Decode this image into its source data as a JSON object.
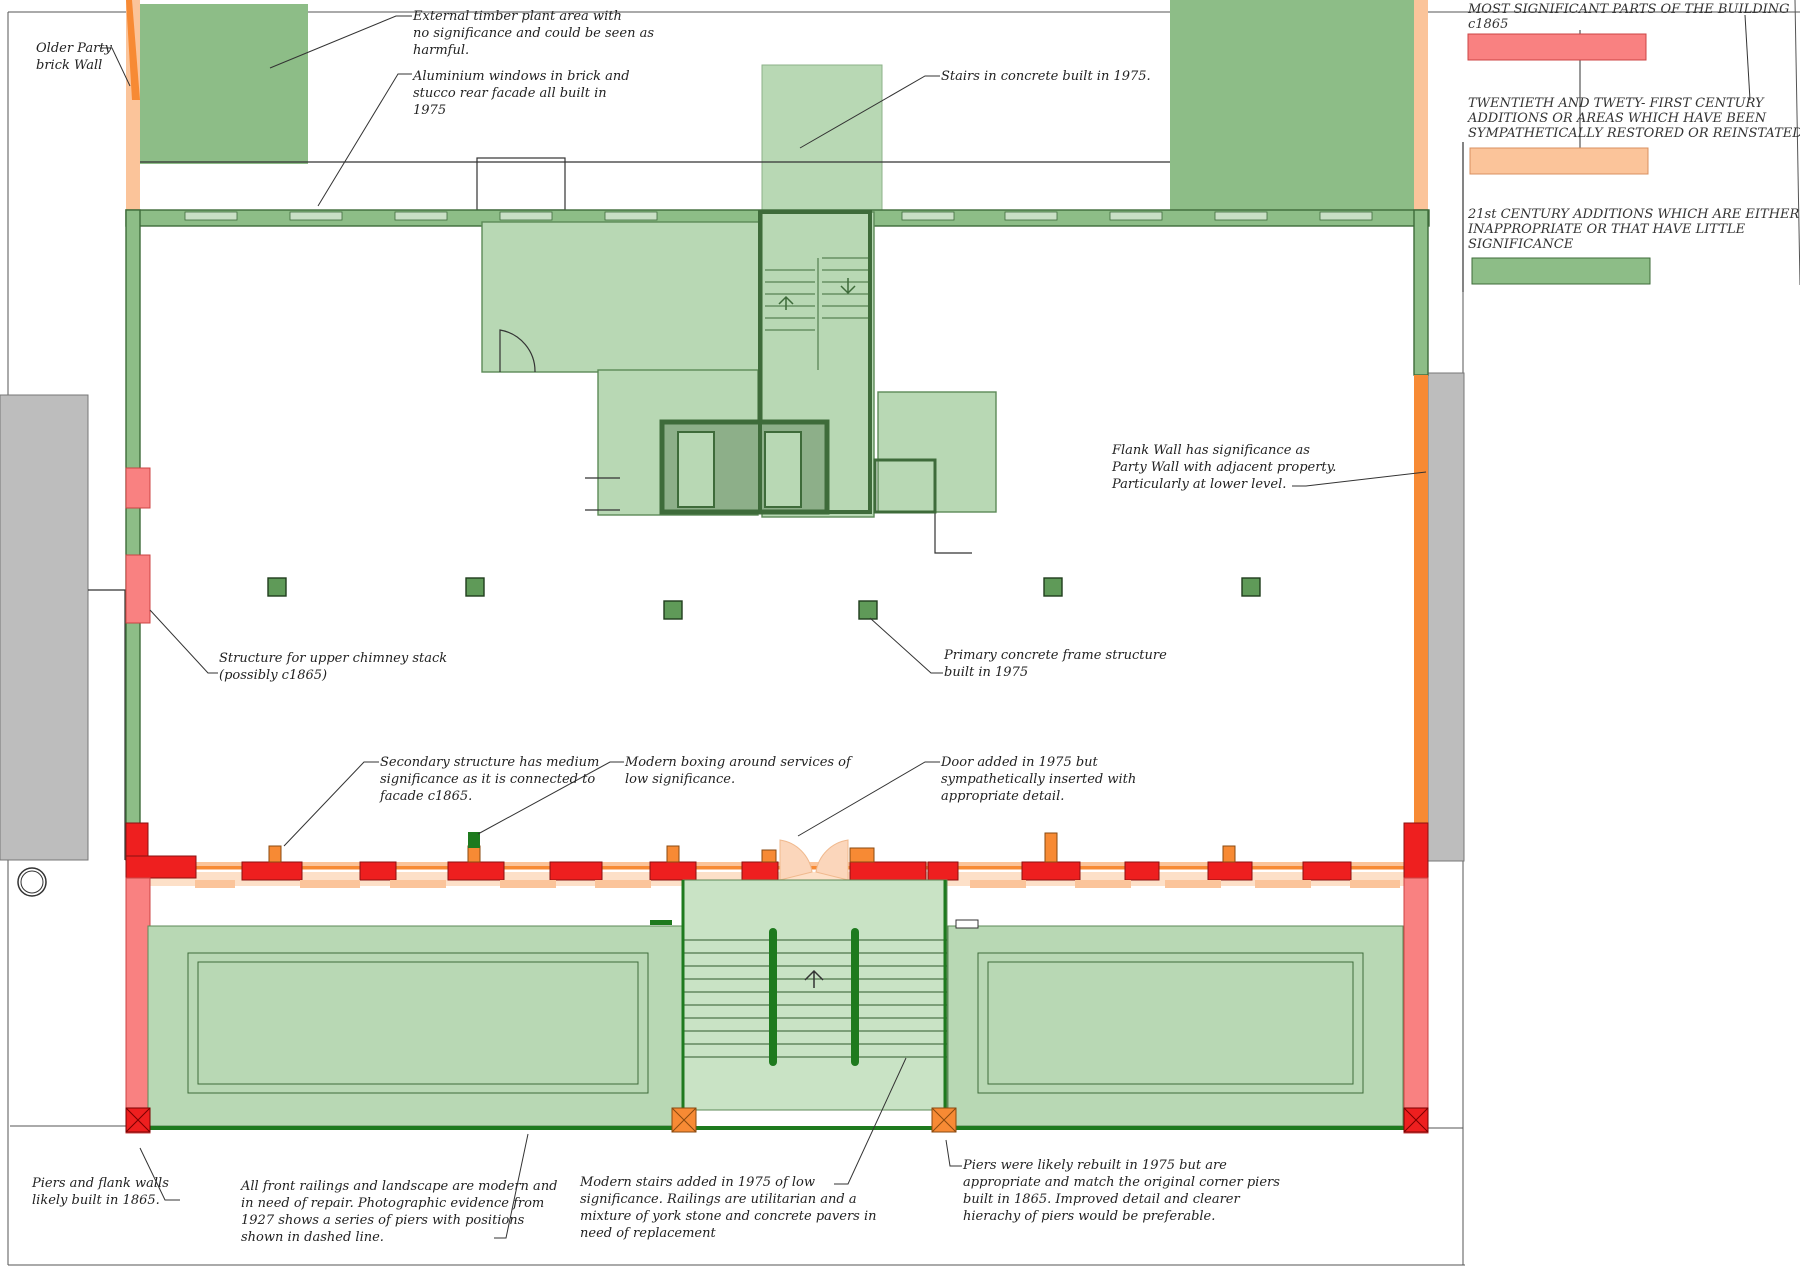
{
  "colors": {
    "most_significant": "#f98181",
    "restored": "#fbc49a",
    "little_significance": "#8dbd87",
    "significant_wall": "#f78a34",
    "primary_red": "#ee1f1f",
    "zone_green": "#b8d8b4",
    "neighbour_grey": "#bdbdbd"
  },
  "legend": {
    "item1": {
      "line1": "MOST SIGNIFICANT PARTS OF THE BUILDING",
      "line2": "c1865"
    },
    "item2": {
      "line1": "TWENTIETH AND TWETY- FIRST CENTURY",
      "line2": "ADDITIONS OR AREAS WHICH HAVE BEEN",
      "line3": "SYMPATHETICALLY RESTORED OR REINSTATED"
    },
    "item3": {
      "line1": "21st CENTURY ADDITIONS WHICH ARE EITHER",
      "line2": "INAPPROPRIATE OR THAT HAVE LITTLE",
      "line3": "SIGNIFICANCE"
    }
  },
  "annotations": {
    "older_party": {
      "line1": "Older Party",
      "line2": "brick Wall"
    },
    "timber_plant": {
      "line1": "External timber plant area with",
      "line2": "no significance and could be seen as",
      "line3": "harmful."
    },
    "aluminium": {
      "line1": "Aluminium windows in brick and",
      "line2": "stucco rear facade all built in",
      "line3": "1975"
    },
    "stairs_concrete": {
      "line1": "Stairs in concrete built in 1975."
    },
    "flank_wall": {
      "line1": "Flank Wall has significance as",
      "line2": "Party Wall with adjacent property.",
      "line3": "Particularly at lower level."
    },
    "chimney": {
      "line1": "Structure for upper chimney stack",
      "line2": "(possibly c1865)"
    },
    "frame": {
      "line1": "Primary concrete frame structure",
      "line2": "built in 1975"
    },
    "secondary": {
      "line1": "Secondary structure has medium",
      "line2": "significance as it is connected to",
      "line3": "facade c1865."
    },
    "boxing": {
      "line1": "Modern boxing around services of",
      "line2": "low significance."
    },
    "door": {
      "line1": "Door added in 1975 but",
      "line2": "sympathetically inserted with",
      "line3": "appropriate detail."
    },
    "piers_flank": {
      "line1": "Piers and flank walls",
      "line2": "likely built in 1865."
    },
    "railings": {
      "line1": "All front railings and landscape are modern and",
      "line2": "in need of repair. Photographic evidence from",
      "line3": "1927 shows a series of piers with positions",
      "line4": "shown in dashed line."
    },
    "modern_stairs": {
      "line1": "Modern stairs added in 1975 of low",
      "line2": "significance. Railings are utilitarian and a",
      "line3": "mixture of york stone and concrete pavers in",
      "line4": "need of replacement"
    },
    "piers_rebuilt": {
      "line1": "Piers were likely rebuilt in 1975 but are",
      "line2": "appropriate and match the original corner piers",
      "line3": "built in 1865. Improved detail and clearer",
      "line4": "hierachy of piers would be preferable."
    }
  }
}
